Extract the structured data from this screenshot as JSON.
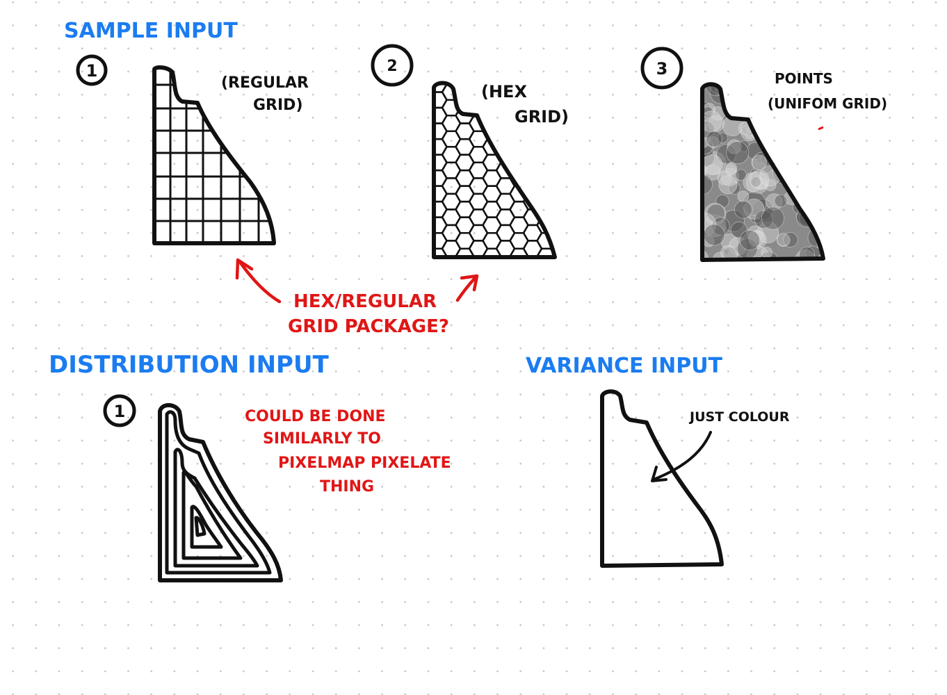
{
  "sections": {
    "sample": "SAMPLE INPUT",
    "distribution": "DISTRIBUTION INPUT",
    "variance": "VARIANCE INPUT"
  },
  "sample_items": [
    {
      "number": "1",
      "label_lines": [
        "(REGULAR",
        "GRID)"
      ]
    },
    {
      "number": "2",
      "label_lines": [
        "(HEX",
        "GRID)"
      ]
    },
    {
      "number": "3",
      "label_lines": [
        "POINTS",
        "(UNIFOM GRID)"
      ]
    }
  ],
  "grid_note_lines": [
    "HEX/REGULAR",
    "GRID PACKAGE?"
  ],
  "distribution_item": {
    "number": "1",
    "note_lines": [
      "COULD BE DONE",
      "SIMILARLY TO",
      "PIXELMAP PIXELATE",
      "THING"
    ]
  },
  "variance_note": "JUST COLOUR",
  "colors": {
    "heading": "#1b7cf0",
    "annotation": "#e01616",
    "ink": "#111111",
    "dot_grid": "#c9c9c9"
  }
}
